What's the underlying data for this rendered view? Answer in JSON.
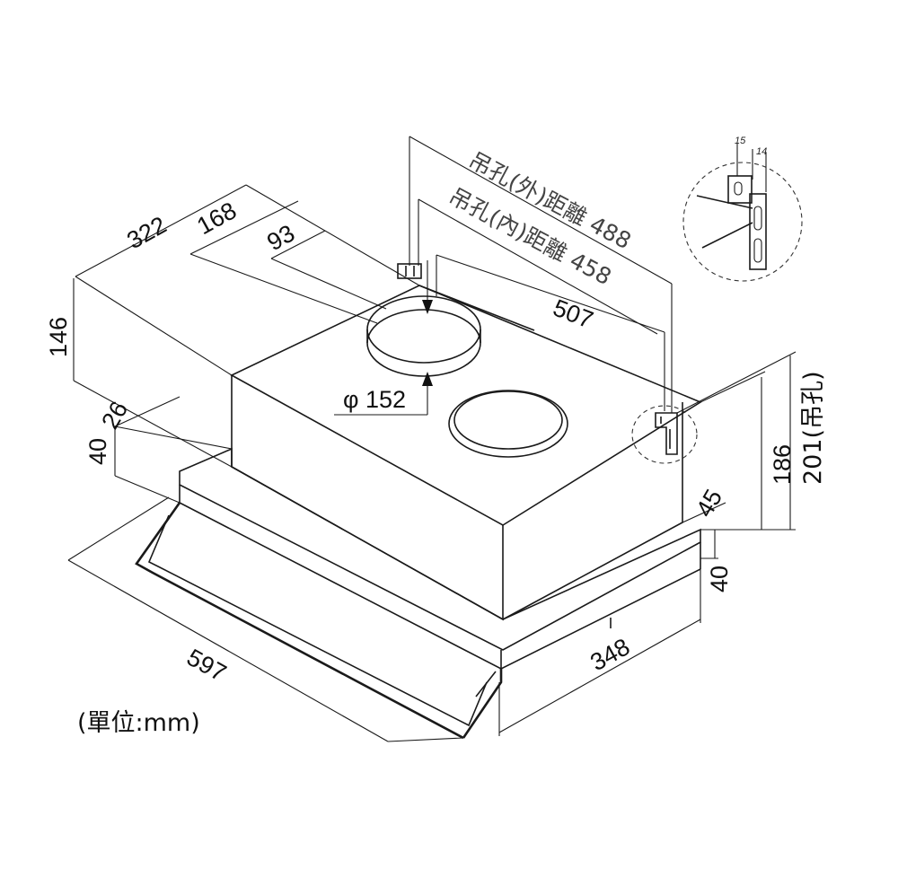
{
  "dimensions": {
    "depth_top": "322",
    "depth_mid": "168",
    "depth_inner": "93",
    "height_body": "146",
    "offset_26": "26",
    "offset_40_left": "40",
    "width_597": "597",
    "width_348": "348",
    "height_40_right": "40",
    "offset_45": "45",
    "height_186": "186",
    "height_201": "201(吊孔)",
    "duct_diameter": "φ 152",
    "width_507": "507",
    "hanger_outer": "吊孔(外)距離 488",
    "hanger_inner": "吊孔(內)距離 458",
    "bracket_15": "15",
    "bracket_14": "14"
  },
  "unit_note": "(單位:mm)",
  "colors": {
    "line": "#1a1a1a",
    "cjk_text": "#444444"
  }
}
